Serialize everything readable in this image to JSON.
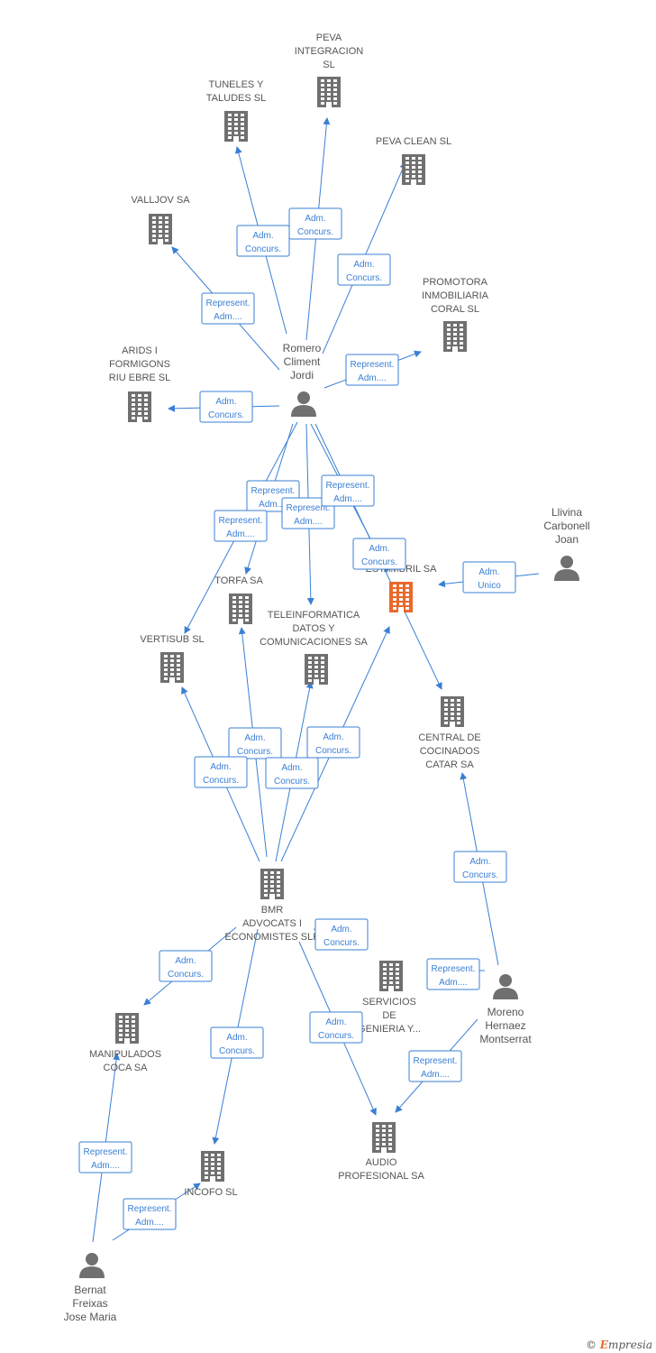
{
  "colors": {
    "edge": "#3a7fd5",
    "company": "#707070",
    "highlight": "#e9692c",
    "person": "#707070"
  },
  "nodes": [
    {
      "id": "peva_integ",
      "type": "company",
      "label": [
        "PEVA",
        "INTEGRACION",
        "SL"
      ]
    },
    {
      "id": "tuneles",
      "type": "company",
      "label": [
        "TUNELES Y",
        "TALUDES SL"
      ]
    },
    {
      "id": "peva_clean",
      "type": "company",
      "label": [
        "PEVA CLEAN SL"
      ]
    },
    {
      "id": "valljov",
      "type": "company",
      "label": [
        "VALLJOV SA"
      ]
    },
    {
      "id": "promotora",
      "type": "company",
      "label": [
        "PROMOTORA",
        "INMOBILIARIA",
        "CORAL SL"
      ]
    },
    {
      "id": "arids",
      "type": "company",
      "label": [
        "ARIDS I",
        "FORMIGONS",
        "RIU EBRE SL"
      ]
    },
    {
      "id": "romero",
      "type": "person",
      "label": [
        "Romero",
        "Climent",
        "Jordi"
      ]
    },
    {
      "id": "llivina",
      "type": "person",
      "label": [
        "Llivina",
        "Carbonell",
        "Joan"
      ]
    },
    {
      "id": "torfa",
      "type": "company",
      "label": [
        "TORFA SA"
      ]
    },
    {
      "id": "estambril",
      "type": "company",
      "highlight": true,
      "label": [
        "ESTAMBRIL SA"
      ]
    },
    {
      "id": "teleinf",
      "type": "company",
      "label": [
        "TELEINFORMATICA",
        "DATOS Y",
        "COMUNICACIONES SA"
      ]
    },
    {
      "id": "vertisub",
      "type": "company",
      "label": [
        "VERTISUB SL"
      ]
    },
    {
      "id": "central",
      "type": "company",
      "label": [
        "CENTRAL DE",
        "COCINADOS",
        "CATAR SA"
      ]
    },
    {
      "id": "bmr",
      "type": "company",
      "label": [
        "BMR",
        "ADVOCATS I",
        "ECONOMISTES SLP"
      ]
    },
    {
      "id": "servicios",
      "type": "company",
      "label": [
        "SERVICIOS",
        "DE",
        "GENIERIA Y..."
      ]
    },
    {
      "id": "moreno",
      "type": "person",
      "label": [
        "Moreno",
        "Hernaez",
        "Montserrat"
      ]
    },
    {
      "id": "manipulados",
      "type": "company",
      "label": [
        "MANIPULADOS",
        "COCA SA"
      ]
    },
    {
      "id": "audio",
      "type": "company",
      "label": [
        "AUDIO",
        "PROFESIONAL SA"
      ]
    },
    {
      "id": "incofo",
      "type": "company",
      "label": [
        "INCOFO SL"
      ]
    },
    {
      "id": "bernat",
      "type": "person",
      "label": [
        "Bernat",
        "Freixas",
        "Jose Maria"
      ]
    }
  ],
  "edges": [
    {
      "from": "romero",
      "to": "tuneles",
      "label": [
        "Adm.",
        "Concurs."
      ]
    },
    {
      "from": "romero",
      "to": "peva_integ",
      "label": [
        "Adm.",
        "Concurs."
      ]
    },
    {
      "from": "romero",
      "to": "peva_clean",
      "label": [
        "Adm.",
        "Concurs."
      ]
    },
    {
      "from": "romero",
      "to": "valljov",
      "label": [
        "Represent.",
        "Adm...."
      ]
    },
    {
      "from": "romero",
      "to": "promotora",
      "label": [
        "Represent.",
        "Adm...."
      ]
    },
    {
      "from": "romero",
      "to": "arids",
      "label": [
        "Adm.",
        "Concurs."
      ]
    },
    {
      "from": "romero",
      "to": "torfa",
      "label": [
        "Represent.",
        "Adm...."
      ]
    },
    {
      "from": "romero",
      "to": "teleinf",
      "label": [
        "Represent.",
        "Adm...."
      ]
    },
    {
      "from": "romero",
      "to": "estambril",
      "label": [
        "Represent.",
        "Adm...."
      ]
    },
    {
      "from": "romero",
      "to": "vertisub",
      "label": [
        "Represent.",
        "Adm...."
      ]
    },
    {
      "from": "romero",
      "to": "central",
      "label": [
        "Adm.",
        "Concurs."
      ]
    },
    {
      "from": "llivina",
      "to": "estambril",
      "label": [
        "Adm.",
        "Unico"
      ]
    },
    {
      "from": "bmr",
      "to": "torfa",
      "label": [
        "Adm.",
        "Concurs."
      ]
    },
    {
      "from": "bmr",
      "to": "vertisub",
      "label": [
        "Adm.",
        "Concurs."
      ]
    },
    {
      "from": "bmr",
      "to": "teleinf",
      "label": [
        "Adm.",
        "Concurs."
      ]
    },
    {
      "from": "bmr",
      "to": "estambril",
      "label": [
        "Adm.",
        "Concurs."
      ]
    },
    {
      "from": "bmr",
      "to": "manipulados",
      "label": [
        "Adm.",
        "Concurs."
      ]
    },
    {
      "from": "bmr",
      "to": "incofo",
      "label": [
        "Adm.",
        "Concurs."
      ]
    },
    {
      "from": "bmr",
      "to": "audio",
      "label": [
        "Adm.",
        "Concurs."
      ]
    },
    {
      "from": "bmr",
      "to": "servicios",
      "label": [
        "Adm.",
        "Concurs."
      ]
    },
    {
      "from": "moreno",
      "to": "central",
      "label": [
        "Adm.",
        "Concurs."
      ]
    },
    {
      "from": "moreno",
      "to": "servicios",
      "label": [
        "Represent.",
        "Adm...."
      ]
    },
    {
      "from": "moreno",
      "to": "audio",
      "label": [
        "Represent.",
        "Adm...."
      ]
    },
    {
      "from": "bernat",
      "to": "manipulados",
      "label": [
        "Represent.",
        "Adm...."
      ]
    },
    {
      "from": "bernat",
      "to": "incofo",
      "label": [
        "Represent.",
        "Adm...."
      ]
    }
  ],
  "brand": {
    "symbol": "©",
    "text": "mpresia",
    "initial": "E"
  }
}
